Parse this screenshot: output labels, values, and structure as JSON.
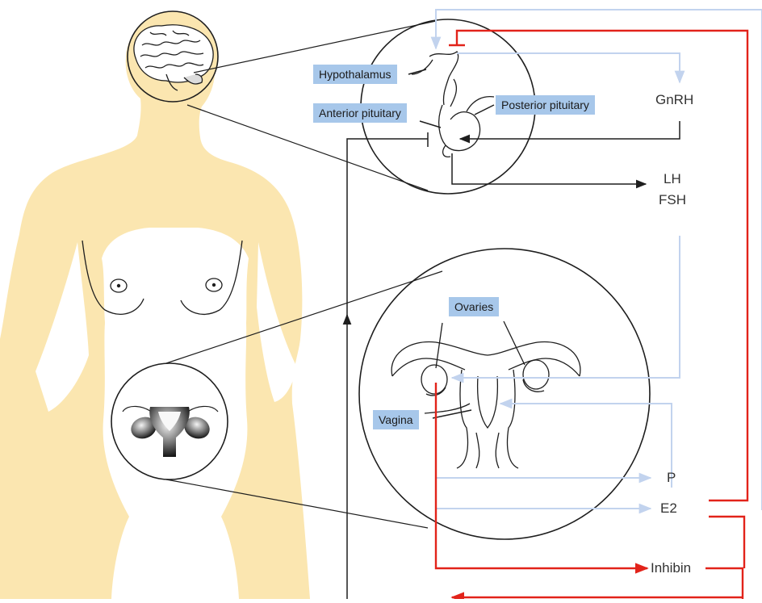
{
  "labels": {
    "hypothalamus": "Hypothalamus",
    "anterior_pituitary": "Anterior pituitary",
    "posterior_pituitary": "Posterior pituitary",
    "ovaries": "Ovaries",
    "vagina": "Vagina"
  },
  "hormones": {
    "gnrh": "GnRH",
    "lh": "LH",
    "fsh": "FSH",
    "p": "P",
    "e2": "E2",
    "inhibin": "Inhibin"
  },
  "colors": {
    "skin": "#fbe6b0",
    "label_box": "#a7c7ea",
    "positive_path": "#c2d3ee",
    "feedback_path": "#e2231a",
    "line": "#1e1e1e"
  }
}
